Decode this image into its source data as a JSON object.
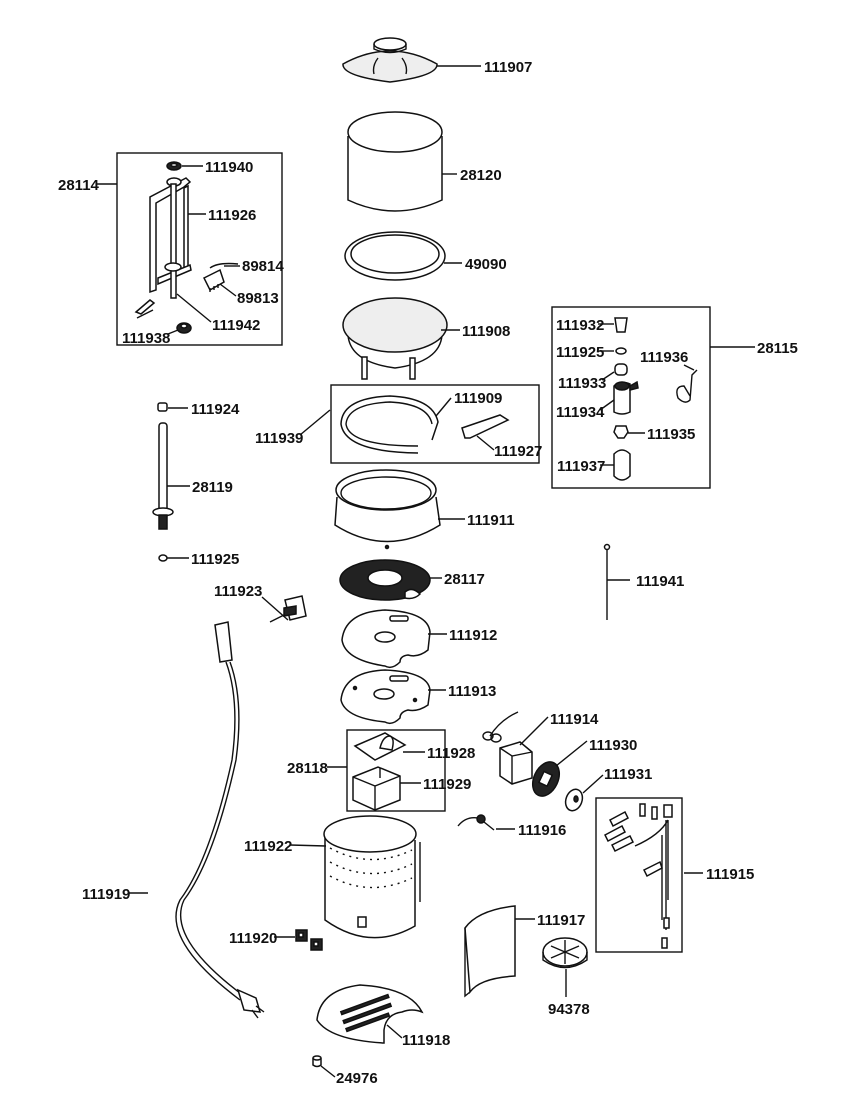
{
  "diagram": {
    "type": "exploded-parts-diagram",
    "parts": {
      "lid": "111907",
      "bowl": "28120",
      "gasket": "49090",
      "filter_base": "111908",
      "clamp_kit": "111939",
      "clamp_band": "111909",
      "clamp_latch": "111927",
      "housing_top": "111911",
      "heating_element": "28117",
      "plate_upper": "111912",
      "plate_lower": "111913",
      "thermostat_kit": "28118",
      "thermostat_bracket": "111928",
      "thermostat": "111929",
      "valve_assembly_kit": "28114",
      "valve_cap": "111940",
      "valve_frame": "111926",
      "spring_clip": "89814",
      "contact_plate": "89813",
      "valve_rod": "111942",
      "valve_nut": "111938",
      "rod_cap": "111924",
      "rod": "28119",
      "rod_o_ring": "111925",
      "switch": "111923",
      "power_cord": "111919",
      "faucet_kit": "28115",
      "faucet_top": "111932",
      "faucet_o_ring": "111925",
      "faucet_seat": "111933",
      "faucet_body": "111934",
      "faucet_spring": "111936",
      "faucet_ring": "111935",
      "faucet_handle": "111937",
      "pin": "111941",
      "timer": "111914",
      "timer_plate": "111930",
      "timer_knob": "111931",
      "ground_screw": "111916",
      "wiring_harness": "111915",
      "housing_wrap": "111922",
      "indicator_lights": "111920",
      "side_panel": "111917",
      "fan": "94378",
      "base_plate": "111918",
      "foot": "24976"
    }
  }
}
